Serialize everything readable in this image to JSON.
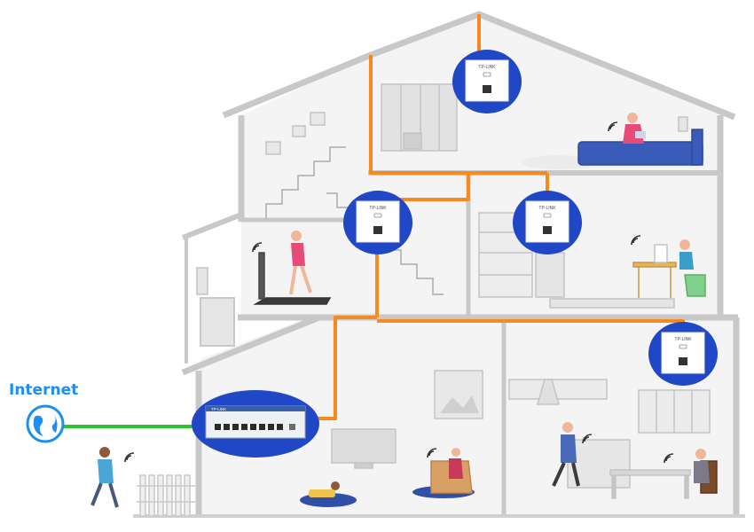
{
  "diagram": {
    "internet_label": "Internet",
    "panel_brand": "TP-LINK",
    "switch_brand": "TP-LINK",
    "colors": {
      "house_outline": "#c9c9c9",
      "house_fill": "#f3f3f3",
      "ethernet_cable": "#f58a1f",
      "internet_link": "#2fc42f",
      "device_badge": "#1f47c6",
      "accent_blue": "#1e8ef0",
      "furniture_gray": "#d6d6d6"
    },
    "devices": [
      {
        "name": "attic-wall-ap",
        "type": "in-wall access point"
      },
      {
        "name": "stairs-wall-ap",
        "type": "in-wall access point"
      },
      {
        "name": "study-wall-ap",
        "type": "in-wall access point"
      },
      {
        "name": "kitchen-wall-ap",
        "type": "in-wall access point"
      },
      {
        "name": "network-switch",
        "type": "ethernet switch"
      }
    ],
    "icons": [
      "globe-icon",
      "wifi-icon",
      "access-point-icon",
      "switch-icon",
      "person-icon"
    ]
  }
}
